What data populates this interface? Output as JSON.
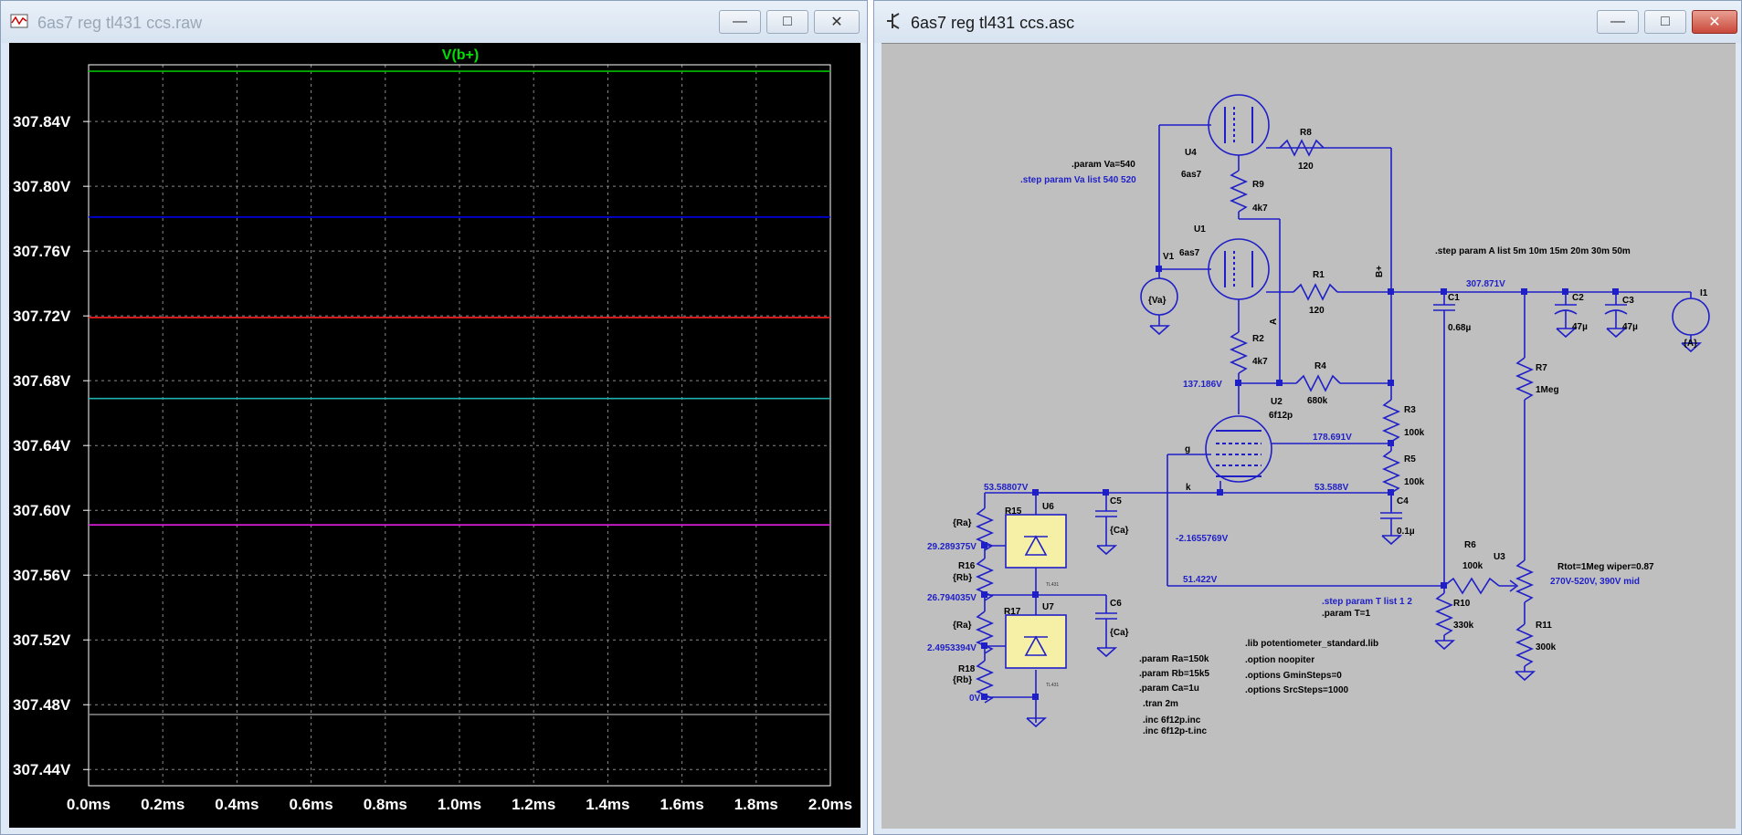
{
  "left_window": {
    "title": "6as7 reg tl431 ccs.raw",
    "trace_label": "V(b+)"
  },
  "right_window": {
    "title": "6as7 reg tl431 ccs.asc"
  },
  "chart_data": {
    "type": "line",
    "title": "V(b+)",
    "x_tick_labels": [
      "0.0ms",
      "0.2ms",
      "0.4ms",
      "0.6ms",
      "0.8ms",
      "1.0ms",
      "1.2ms",
      "1.4ms",
      "1.6ms",
      "1.8ms",
      "2.0ms"
    ],
    "y_tick_labels": [
      "307.84V",
      "307.80V",
      "307.76V",
      "307.72V",
      "307.68V",
      "307.64V",
      "307.60V",
      "307.56V",
      "307.52V",
      "307.48V",
      "307.44V"
    ],
    "x_range": [
      0,
      2.0
    ],
    "y_range": [
      307.43,
      307.875
    ],
    "grid": true,
    "series": [
      {
        "color": "#00c000",
        "x": [
          0,
          2.0
        ],
        "y": [
          307.871,
          307.871
        ]
      },
      {
        "color": "#0000ff",
        "x": [
          0,
          2.0
        ],
        "y": [
          307.781,
          307.781
        ]
      },
      {
        "color": "#ff2020",
        "x": [
          0,
          2.0
        ],
        "y": [
          307.719,
          307.719
        ]
      },
      {
        "color": "#20b0b0",
        "x": [
          0,
          2.0
        ],
        "y": [
          307.669,
          307.669
        ]
      },
      {
        "color": "#e020e0",
        "x": [
          0,
          2.0
        ],
        "y": [
          307.591,
          307.591
        ]
      },
      {
        "color": "#808080",
        "x": [
          0,
          2.0
        ],
        "y": [
          307.474,
          307.474
        ]
      }
    ]
  },
  "schematic": {
    "tube_u4": "U4",
    "tube_u4_type": "6as7",
    "tube_u1": "U1",
    "tube_u1_type": "6as7",
    "tube_u2": "U2",
    "tube_u2_type": "6f12p",
    "r8": "R8",
    "r8_val": "120",
    "r9": "R9",
    "r9_val": "4k7",
    "r1": "R1",
    "r1_val": "120",
    "r2": "R2",
    "r2_val": "4k7",
    "r4": "R4",
    "r4_val": "680k",
    "r3": "R3",
    "r3_val": "100k",
    "r5": "R5",
    "r5_val": "100k",
    "r6": "R6",
    "r6_val": "100k",
    "r10": "R10",
    "r10_val": "330k",
    "r7": "R7",
    "r7_val": "1Meg",
    "r11": "R11",
    "r11_val": "300k",
    "r15": "R15",
    "r16": "R16",
    "r17": "R17",
    "r18": "R18",
    "ra": "{Ra}",
    "rb": "{Rb}",
    "c1": "C1",
    "c1_val": "0.68µ",
    "c2": "C2",
    "c2_val": "47µ",
    "c3": "C3",
    "c3_val": "47µ",
    "c4": "C4",
    "c4_val": "0.1µ",
    "c5": "C5",
    "c6": "C6",
    "ca": "{Ca}",
    "v1": "V1",
    "v1_val": "{Va}",
    "i1": "I1",
    "i1_val": "{A}",
    "u3": "U3",
    "u6": "U6",
    "u7": "U7",
    "tl_small": "TL431",
    "net_bplus": "B+",
    "net_a": "A",
    "net_g": "g",
    "net_k": "k",
    "v_out": "307.871V",
    "v_137": "137.186V",
    "v_178": "178.691V",
    "v_53a": "53.58807V",
    "v_53b": "53.588V",
    "v_29": "29.289375V",
    "v_26": "26.794035V",
    "v_2": "2.4953394V",
    "v_0": "0V",
    "v_neg": "-2.1655769V",
    "v_51": "51.422V",
    "dir_param_va": ".param Va=540",
    "dir_step_va": ".step param Va list 540 520",
    "dir_step_a": ".step param A list 5m 10m 15m 20m 30m 50m",
    "dir_step_t": ".step param T list 1 2",
    "dir_param_t": ".param T=1",
    "pot_note1": "Rtot=1Meg wiper=0.87",
    "pot_note2": "270V-520V, 390V mid",
    "dir_lib": ".lib potentiometer_standard.lib",
    "dir_noopiter": ".option noopiter",
    "dir_gmin": ".options GminSteps=0",
    "dir_src": ".options SrcSteps=1000",
    "dir_ra": ".param Ra=150k",
    "dir_rb": ".param Rb=15k5",
    "dir_ca": ".param Ca=1u",
    "dir_tran": ".tran 2m",
    "dir_inc1": ".inc 6f12p.inc",
    "dir_inc2": ".inc 6f12p-t.inc"
  },
  "colors": {
    "wire": "#1f1fc8",
    "schematic_bg": "#bfbfbf",
    "plot_bg": "#000000",
    "tl431_fill": "#f5f0a6"
  }
}
